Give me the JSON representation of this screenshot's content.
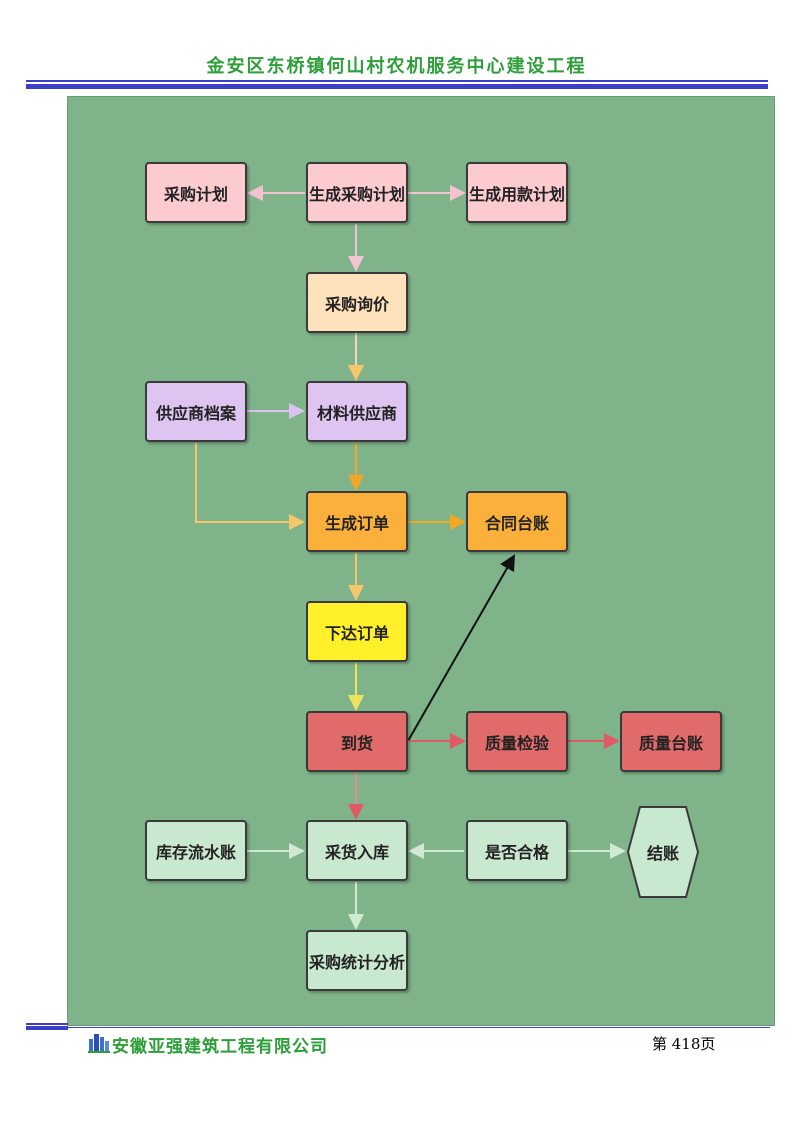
{
  "header": {
    "title": "金安区东桥镇何山村农机服务中心建设工程"
  },
  "flowchart": {
    "nodes": {
      "procurement_plan": "采购计划",
      "generate_procurement_plan": "生成采购计划",
      "generate_payment_plan": "生成用款计划",
      "procurement_inquiry": "采购询价",
      "supplier_archive": "供应商档案",
      "material_supplier": "材料供应商",
      "generate_order": "生成订单",
      "contract_ledger": "合同台账",
      "issue_order": "下达订单",
      "arrival": "到货",
      "quality_inspection": "质量检验",
      "quality_ledger": "质量台账",
      "inventory_journal": "库存流水账",
      "goods_warehousing": "采货入库",
      "qualified_check": "是否合格",
      "settlement": "结账",
      "procurement_statistics": "采购统计分析"
    },
    "colors": {
      "background": "#7fb38a",
      "pink": "#fccbd0",
      "peach": "#fde2bb",
      "purple": "#dec4f0",
      "orange": "#fbb03b",
      "yellow": "#fff02a",
      "red": "#e16b6b",
      "mint": "#c8e8cf"
    }
  },
  "footer": {
    "company": "安徽亚强建筑工程有限公司",
    "page_label": "第 418页",
    "logo_icon": "building-logo-icon"
  }
}
